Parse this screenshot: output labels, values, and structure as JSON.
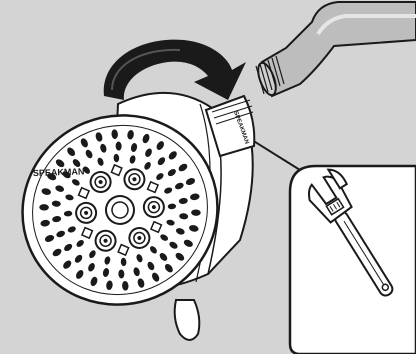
{
  "illustration": {
    "background_color": "#d4d4d4",
    "line_color": "#1a1a1a",
    "fill_color": "#ffffff",
    "shower_head": {
      "brand_text": "SPEAKMAN",
      "collar_text": "SPEAKMAN"
    },
    "arrow": {
      "direction": "clockwise"
    },
    "inset_tool": {
      "icon": "adjustable-wrench-icon"
    }
  }
}
